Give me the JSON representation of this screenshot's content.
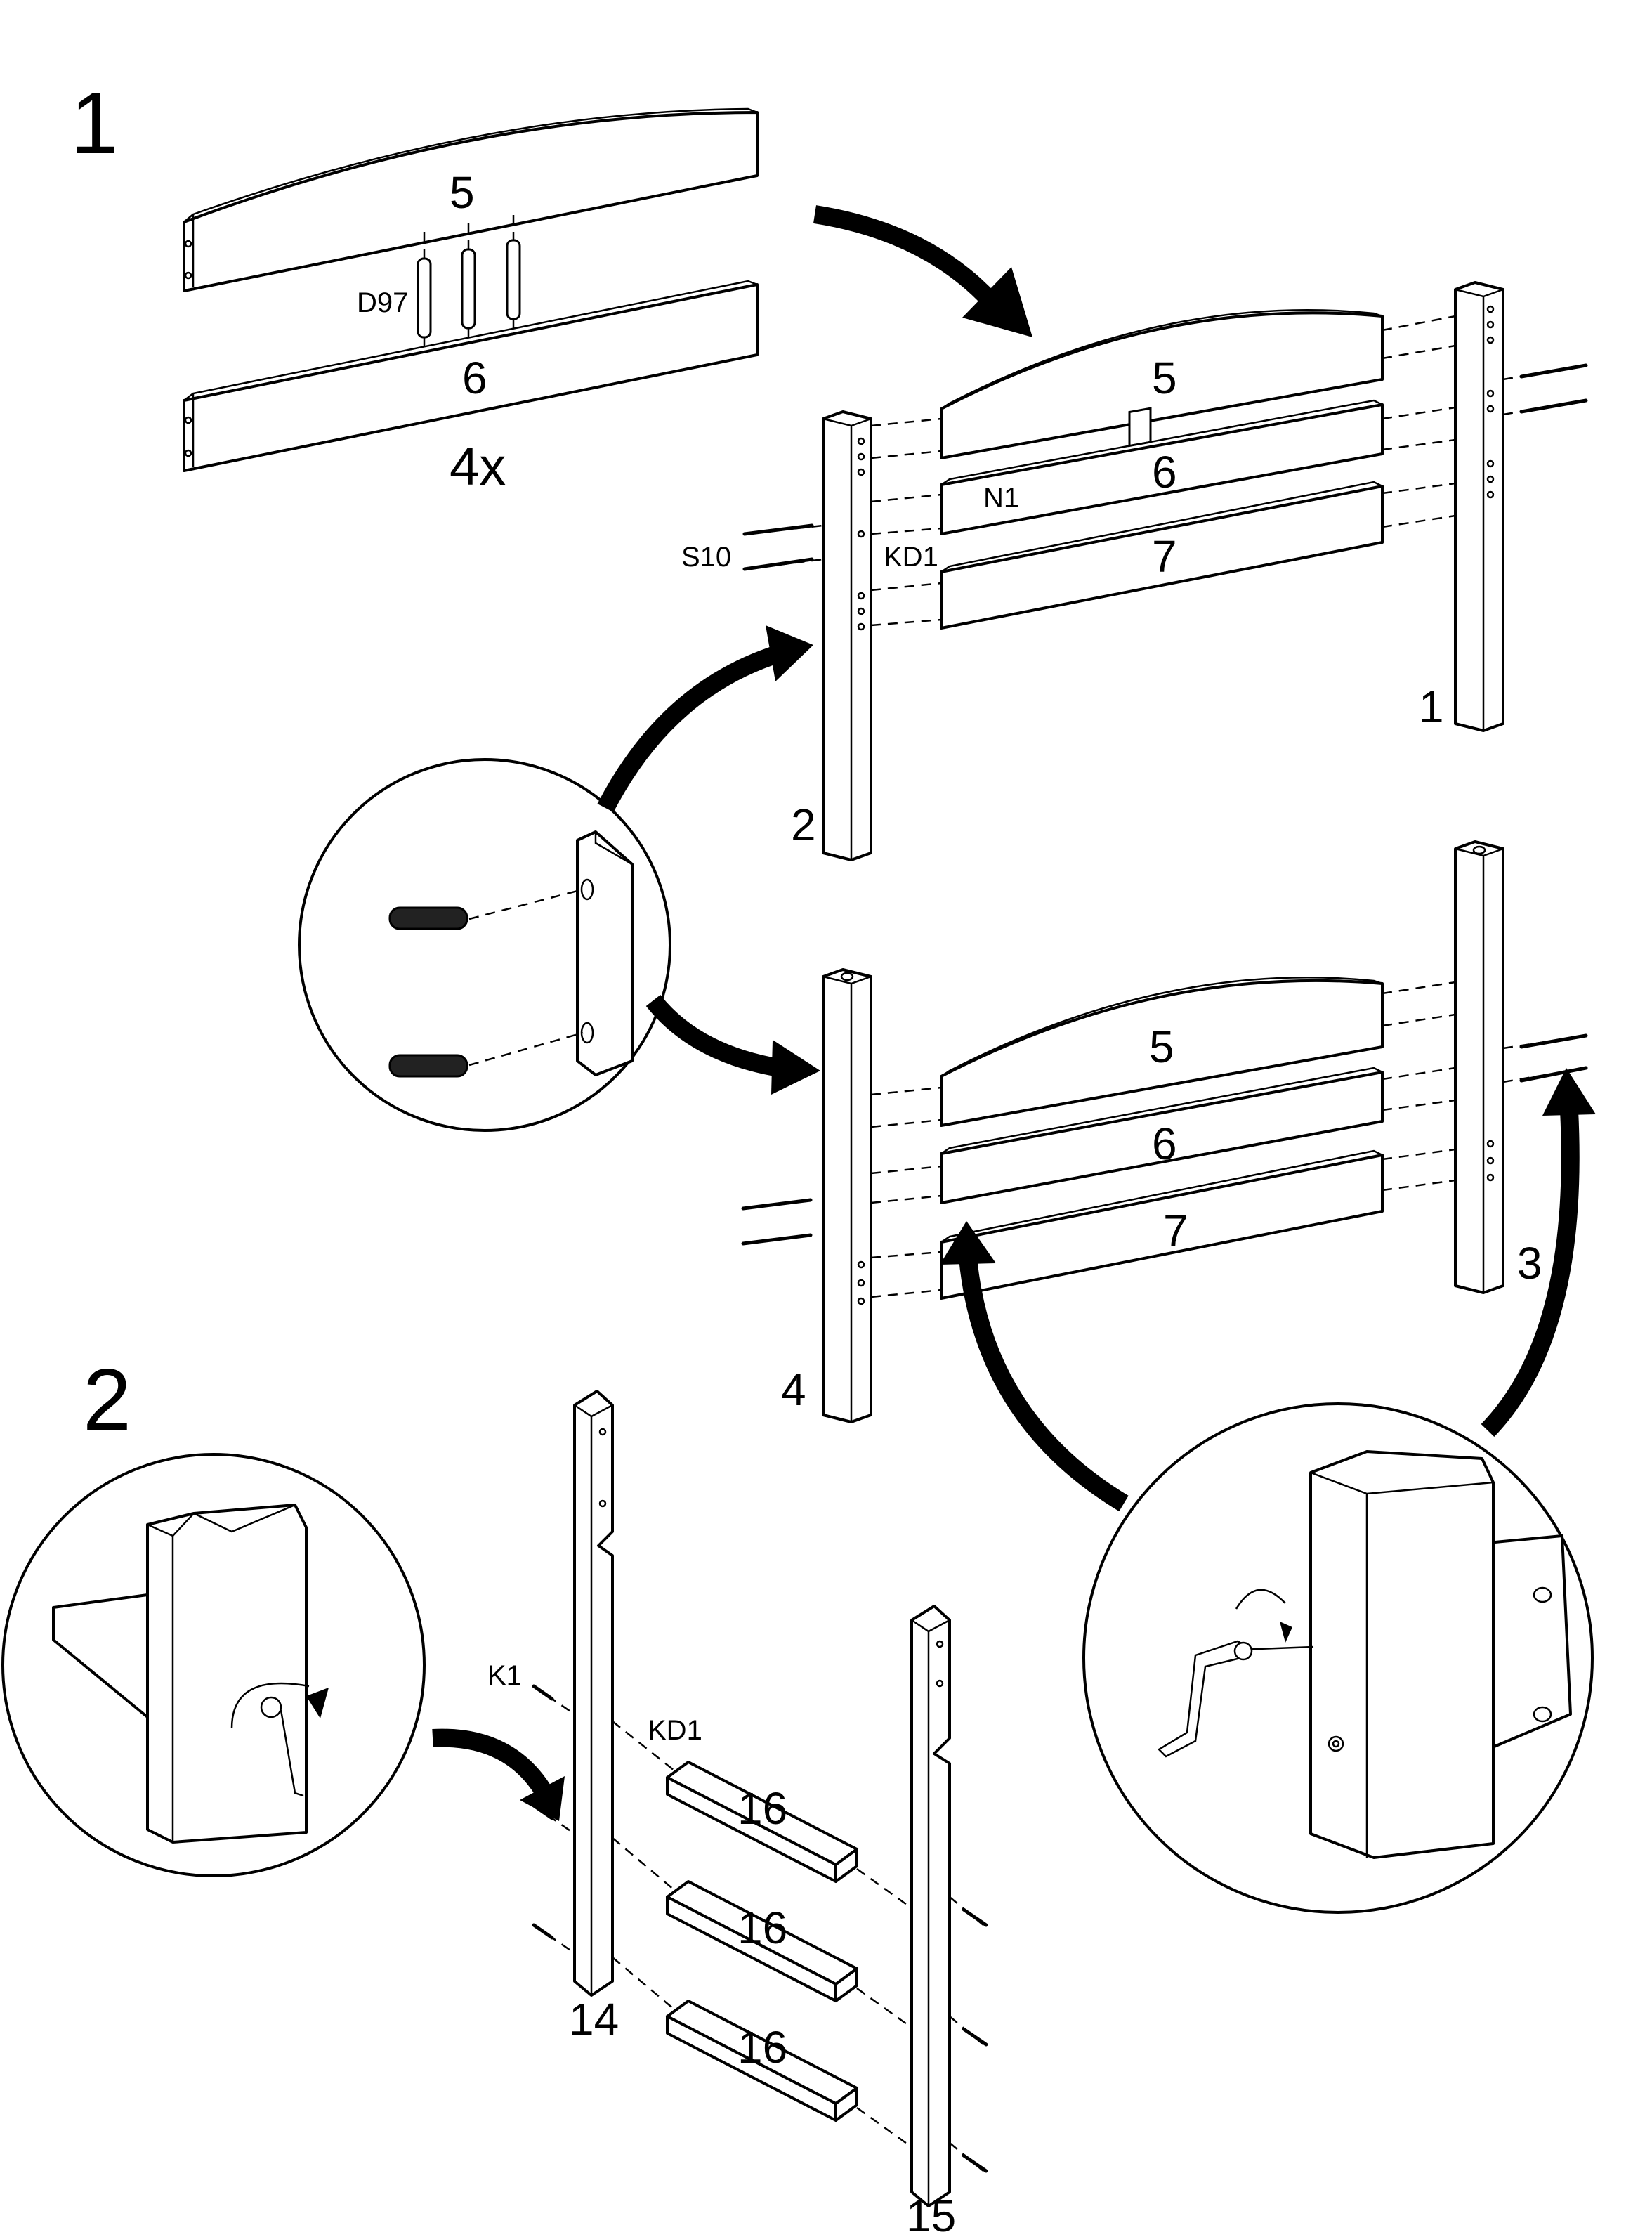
{
  "diagram": {
    "steps": [
      {
        "number": "1"
      },
      {
        "number": "2"
      }
    ],
    "parts": {
      "top_rail": "5",
      "middle_rail": "6",
      "bottom_rail": "7",
      "post_right_a": "1",
      "post_left_a": "2",
      "post_right_b": "3",
      "post_left_b": "4",
      "side_left": "14",
      "side_right": "15",
      "cross_rail": "16"
    },
    "hardware": {
      "dowel": "D97",
      "screw": "S10",
      "cam": "KD1",
      "nut": "N1",
      "bolt": "K1"
    },
    "quantity": "4x"
  }
}
